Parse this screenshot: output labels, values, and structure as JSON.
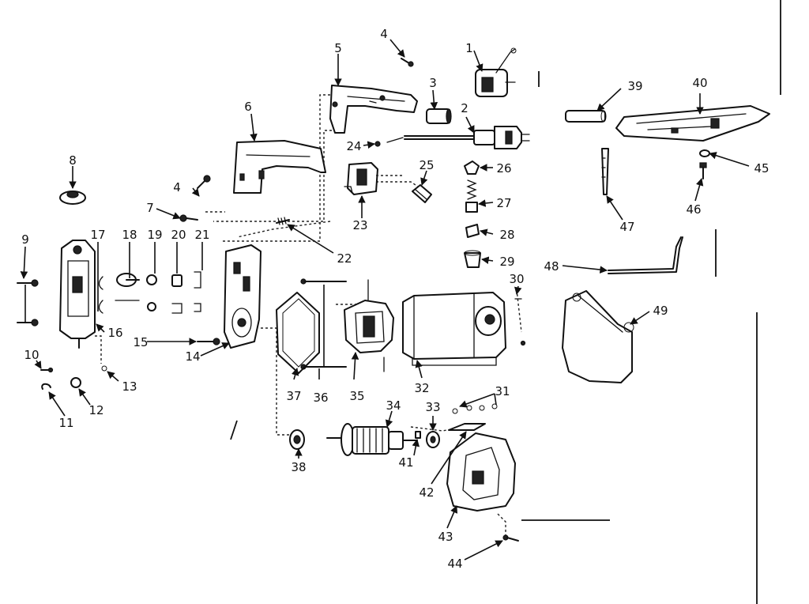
{
  "callouts": [
    "1",
    "2",
    "3",
    "4",
    "4",
    "5",
    "6",
    "7",
    "8",
    "9",
    "10",
    "11",
    "12",
    "13",
    "14",
    "15",
    "16",
    "17",
    "18",
    "19",
    "20",
    "21",
    "22",
    "23",
    "24",
    "25",
    "26",
    "27",
    "28",
    "29",
    "30",
    "31",
    "32",
    "33",
    "34",
    "35",
    "36",
    "37",
    "38",
    "39",
    "40",
    "41",
    "42",
    "43",
    "44",
    "45",
    "46",
    "47",
    "48",
    "49"
  ]
}
